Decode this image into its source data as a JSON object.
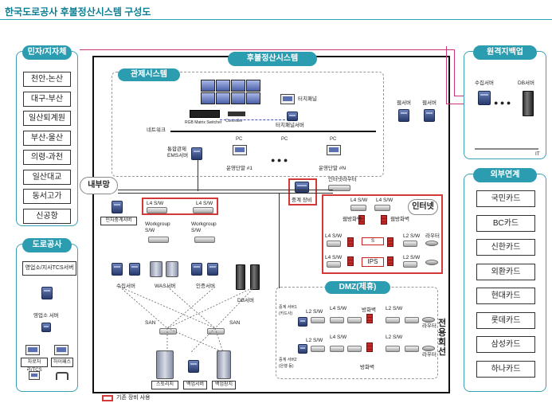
{
  "title": "한국도로공사 후불정산시스템 구성도",
  "left_panel": {
    "heading": "민자/지자체",
    "items": [
      "천안-논산",
      "대구-부산",
      "일산퇴계원",
      "부산-울산",
      "의령-과천",
      "일산대교",
      "동서고가",
      "신공항"
    ]
  },
  "road_corp": {
    "heading": "도로공사",
    "tcs_label": "영업소/지사TCS서버",
    "office_server": "영업소 서버",
    "lane_tcs": "차로처리/TCS",
    "hipass": "하이패스"
  },
  "main": {
    "title": "후불정산시스템",
    "control": {
      "title": "관제시스템",
      "touch_panel": "터치패널",
      "touch_server": "터치패널서버",
      "rgb_switcher": "RGB Matrix Switcher",
      "controller": "Controller",
      "network": "네트워크",
      "ems": "통합관제\nEMS서버",
      "pc1": "운영단말 #1",
      "pcn": "운영단말 #N",
      "pc_tag": "PC",
      "ellipsis": "● ● ●"
    },
    "internal_net": "내부망",
    "mid_server": "민자중계서버",
    "l4_switches": [
      "L4 S/W",
      "L4 S/W"
    ],
    "workgroup": [
      "Workgroup\nS/W",
      "Workgroup\nS/W"
    ],
    "collection": "수집서버",
    "was": "WAS서버",
    "auth": "인증서버",
    "db": "DB서버",
    "san": [
      "SAN",
      "SAN"
    ],
    "storage": "스토리지",
    "backup_server": "백업서버",
    "backup_device": "백업장치",
    "web_servers": [
      "웹서버",
      "웹서버"
    ],
    "internet_router": "인터넷라우터",
    "relay_equipment": "중계 장비",
    "internet": {
      "label": "인터넷",
      "firewalls": [
        "웹방화벽",
        "웹방화벽"
      ],
      "ips": "IPS",
      "sw_labels": [
        "L4 S/W",
        "L4 S/W",
        "L4 S/W",
        "L4 S/W",
        "L2 S/W",
        "L2 S/W"
      ],
      "router": "라우터",
      "s_tag": "S"
    },
    "dmz": {
      "label": "DMZ(제휴)",
      "relay_a": "중계 서버1\n(카드사)",
      "relay_b": "중계 서버2\n(은행 등)",
      "sw": [
        "L2 S/W",
        "L4 S/W",
        "L2 S/W",
        "L2 S/W",
        "L4 S/W",
        "L2 S/W"
      ],
      "firewall": "방화벽",
      "router": "라우터"
    },
    "dedicated_line": "전용회선"
  },
  "remote_backup": {
    "heading": "원격지백업",
    "collection": "수집서버",
    "db": "DB서버",
    "ellipsis": "● ● ●",
    "it": "IT"
  },
  "external": {
    "heading": "외부연계",
    "items": [
      "국민카드",
      "BC카드",
      "신한카드",
      "외환카드",
      "현대카드",
      "롯데카드",
      "삼성카드",
      "하나카드"
    ]
  },
  "legend": "기존 장비 사용",
  "colors": {
    "teal": "#2c9db0",
    "red": "#d23a3a",
    "pink_line": "#c9357a"
  }
}
